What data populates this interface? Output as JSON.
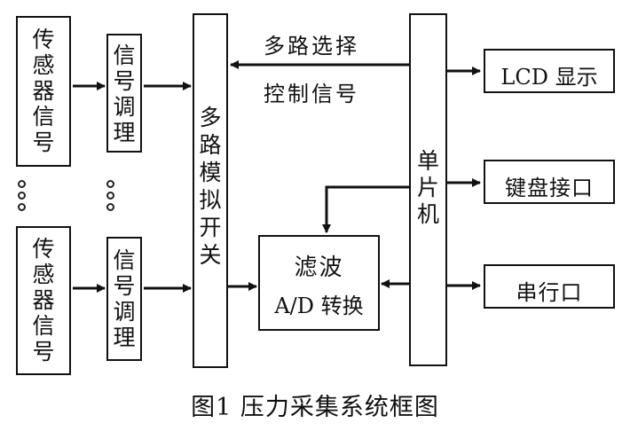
{
  "blocks": {
    "sensor_1": "传\n感\n器\n信\n号",
    "sensor_2": "传\n感\n器\n信\n号",
    "cond_1": "信\n号\n调\n理",
    "cond_2": "信\n号\n调\n理",
    "mux": "多\n路\n模\n拟\n开\n关",
    "filter_line1": "滤波",
    "filter_line2": "A/D 转换",
    "mcu": "单\n片\n机",
    "lcd": "LCD 显示",
    "keyboard": "键盘接口",
    "serial": "串行口"
  },
  "labels": {
    "mux_select_line1": "多路选择",
    "mux_select_line2": "控制信号"
  },
  "caption": "图1  压力采集系统框图"
}
